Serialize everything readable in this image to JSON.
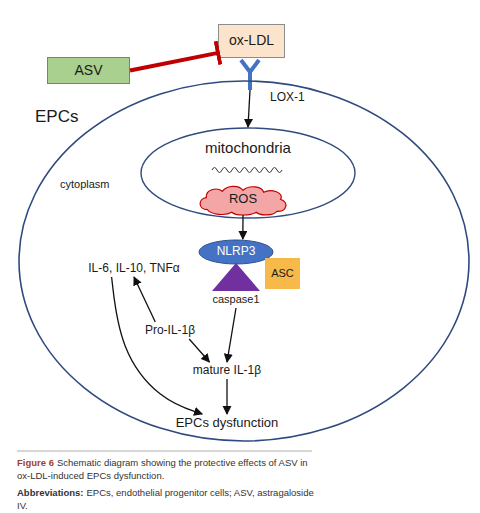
{
  "diagram": {
    "caption": "Schematic diagram showing the protective effects of ASV in ox-LDL-induced EPCs dysfunction.",
    "nodes": [
      {
        "text": [
          "ASV"
        ]
      },
      {
        "text": [
          "ox-LDL"
        ]
      },
      {
        "text": [
          "LOX-1"
        ]
      },
      {
        "text": [
          "EPCs",
          "cytoplasm"
        ]
      },
      {
        "text": [
          "mitochondria"
        ],
        "in": 3
      },
      {
        "text": [
          "ROS"
        ],
        "in": 4
      },
      {
        "text": [
          "NLRP3"
        ],
        "in": 3
      },
      {
        "text": [
          "ASC"
        ],
        "in": 3
      },
      {
        "text": [
          "caspase1"
        ],
        "in": 3
      },
      {
        "text": [
          "IL-6, IL-10, TNFα"
        ],
        "in": 3
      },
      {
        "text": [
          "Pro-IL-1β"
        ],
        "in": 3
      },
      {
        "text": [
          "mature IL-1β"
        ],
        "in": 3
      },
      {
        "text": [
          "EPCs dysfunction"
        ],
        "in": 3
      }
    ],
    "edges": [
      {
        "from": 0,
        "to": 1,
        "arrow": "to"
      },
      {
        "from": 2,
        "to": 4,
        "arrow": "to"
      },
      {
        "from": 5,
        "to": 6,
        "arrow": "to"
      },
      {
        "from": 10,
        "to": 9,
        "arrow": "to"
      },
      {
        "from": 10,
        "to": 11,
        "arrow": "to"
      },
      {
        "from": 8,
        "to": 11,
        "arrow": "to"
      },
      {
        "from": 11,
        "to": 12,
        "arrow": "to"
      },
      {
        "from": 9,
        "to": 12,
        "arrow": "to"
      }
    ],
    "labels": [
      "Figure 6",
      "Abbreviations:",
      "EPCs, endothelial progenitor cells; ASV, astragaloside IV."
    ]
  }
}
